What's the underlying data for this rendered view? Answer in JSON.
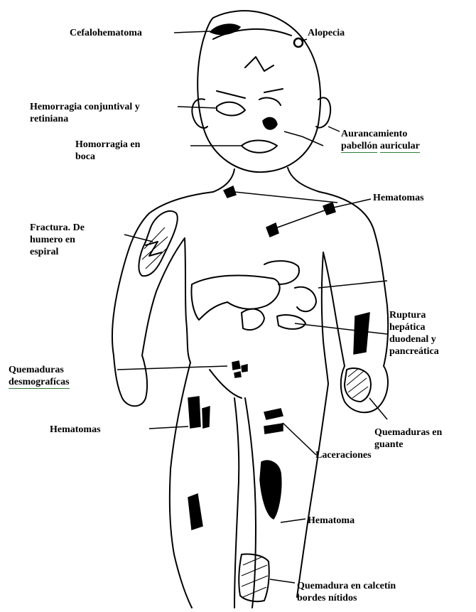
{
  "labels": {
    "cefalohematoma": "Cefalohematoma",
    "alopecia": "Alopecia",
    "hemorragia_conjuntival_1": "Hemorragia conjuntival y",
    "hemorragia_conjuntival_2": "retiniana",
    "hemorragia_boca_1": "Homorragia en",
    "hemorragia_boca_2": "boca",
    "arrancamiento_1": "Aurancamiento",
    "arrancamiento_2": "pabellón",
    "arrancamiento_3": "auricular",
    "hematomas_torso": "Hematomas",
    "fractura_1": "Fractura. De",
    "fractura_2": "humero en",
    "fractura_3": "espiral",
    "ruptura_1": "Ruptura",
    "ruptura_2": "hepática",
    "ruptura_3": "duodenal   y",
    "ruptura_4": "pancreática",
    "quemaduras_1": "Quemaduras",
    "quemaduras_2": "desmografícas",
    "hematomas_pierna": "Hematomas",
    "quemaduras_guante_1": "Quemaduras en",
    "quemaduras_guante_2": "guante",
    "laceraciones": "Laceraciones",
    "hematoma": "Hematoma",
    "quemadura_calcetin_1": "Quemadura en calcetín",
    "quemadura_calcetin_2": "bordes nítidos"
  },
  "colors": {
    "ink": "#000000",
    "underline_green": "#2e7d32",
    "background": "#ffffff"
  }
}
